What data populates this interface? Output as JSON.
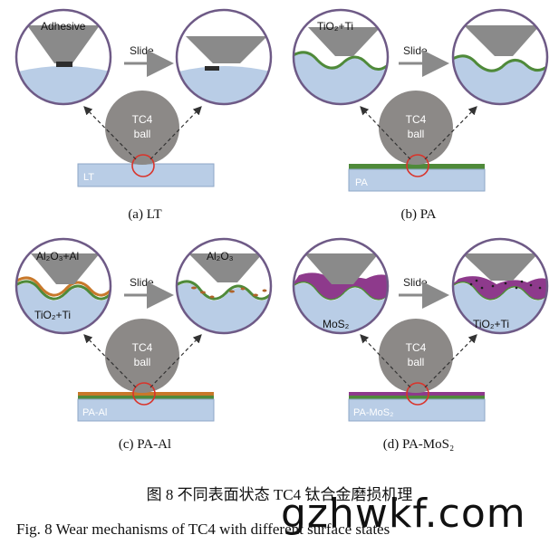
{
  "panels": {
    "a": {
      "caption": "(a) LT",
      "substrate": "LT",
      "label_adhesive": "Adhesive",
      "slide": "Slide",
      "ball_line1": "TC4",
      "ball_line2": "ball"
    },
    "b": {
      "caption": "(b) PA",
      "substrate": "PA",
      "label_tio2": "TiO₂+Ti",
      "slide": "Slide",
      "ball_line1": "TC4",
      "ball_line2": "ball"
    },
    "c": {
      "caption": "(c) PA-Al",
      "substrate": "PA-Al",
      "label_al2o3_al": "Al₂O₃+Al",
      "label_tio2": "TiO₂+Ti",
      "label_al2o3": "Al₂O₃",
      "slide": "Slide",
      "ball_line1": "TC4",
      "ball_line2": "ball"
    },
    "d": {
      "caption": "(d) PA-MoS₂",
      "substrate": "PA-MoS₂",
      "label_mos2": "MoS₂",
      "label_tio2": "TiO₂+Ti",
      "slide": "Slide",
      "ball_line1": "TC4",
      "ball_line2": "ball"
    }
  },
  "caption_cn": "图 8   不同表面状态 TC4 钛合金磨损机理",
  "caption_en": "Fig. 8    Wear mechanisms of TC4 with different surface states",
  "watermark": "gzhwkf.com",
  "colors": {
    "substrate": "#b9cde6",
    "circle_border": "#6e5a86",
    "cone": "#8a8a8a",
    "ball": "#8c8987",
    "green_film": "#4f8a3a",
    "orange_film": "#c8782a",
    "purple_film": "#8e3a8c",
    "red_circle": "#d9342b"
  }
}
